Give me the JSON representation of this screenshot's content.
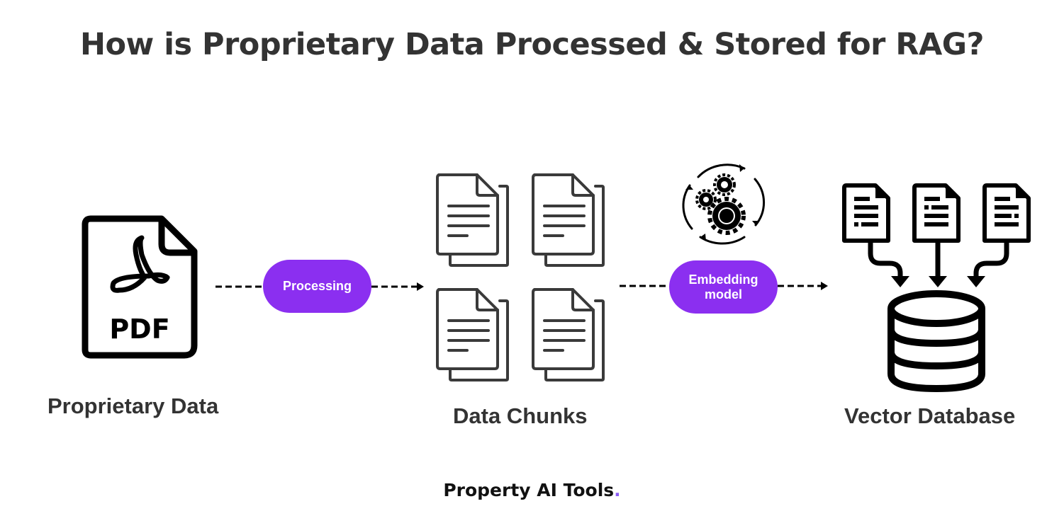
{
  "title": "How is Proprietary Data Processed & Stored for RAG?",
  "stages": [
    {
      "label": "Proprietary Data",
      "icon": "pdf-file-icon",
      "icon_text": "PDF"
    },
    {
      "label": "Data Chunks",
      "icon": "document-stack-icon"
    },
    {
      "label": "Vector Database",
      "icon": "database-icon"
    }
  ],
  "steps": [
    {
      "label": "Processing"
    },
    {
      "label_line1": "Embedding",
      "label_line2": "model",
      "icon": "gears-cycle-icon"
    }
  ],
  "footer": {
    "brand": "Property AI Tools",
    "dot": "."
  },
  "colors": {
    "accent": "#8b2ff0",
    "text": "#333333",
    "icon_dark": "#3a3a3a",
    "icon_black": "#000000",
    "footer_dot": "#8b5cf6"
  }
}
